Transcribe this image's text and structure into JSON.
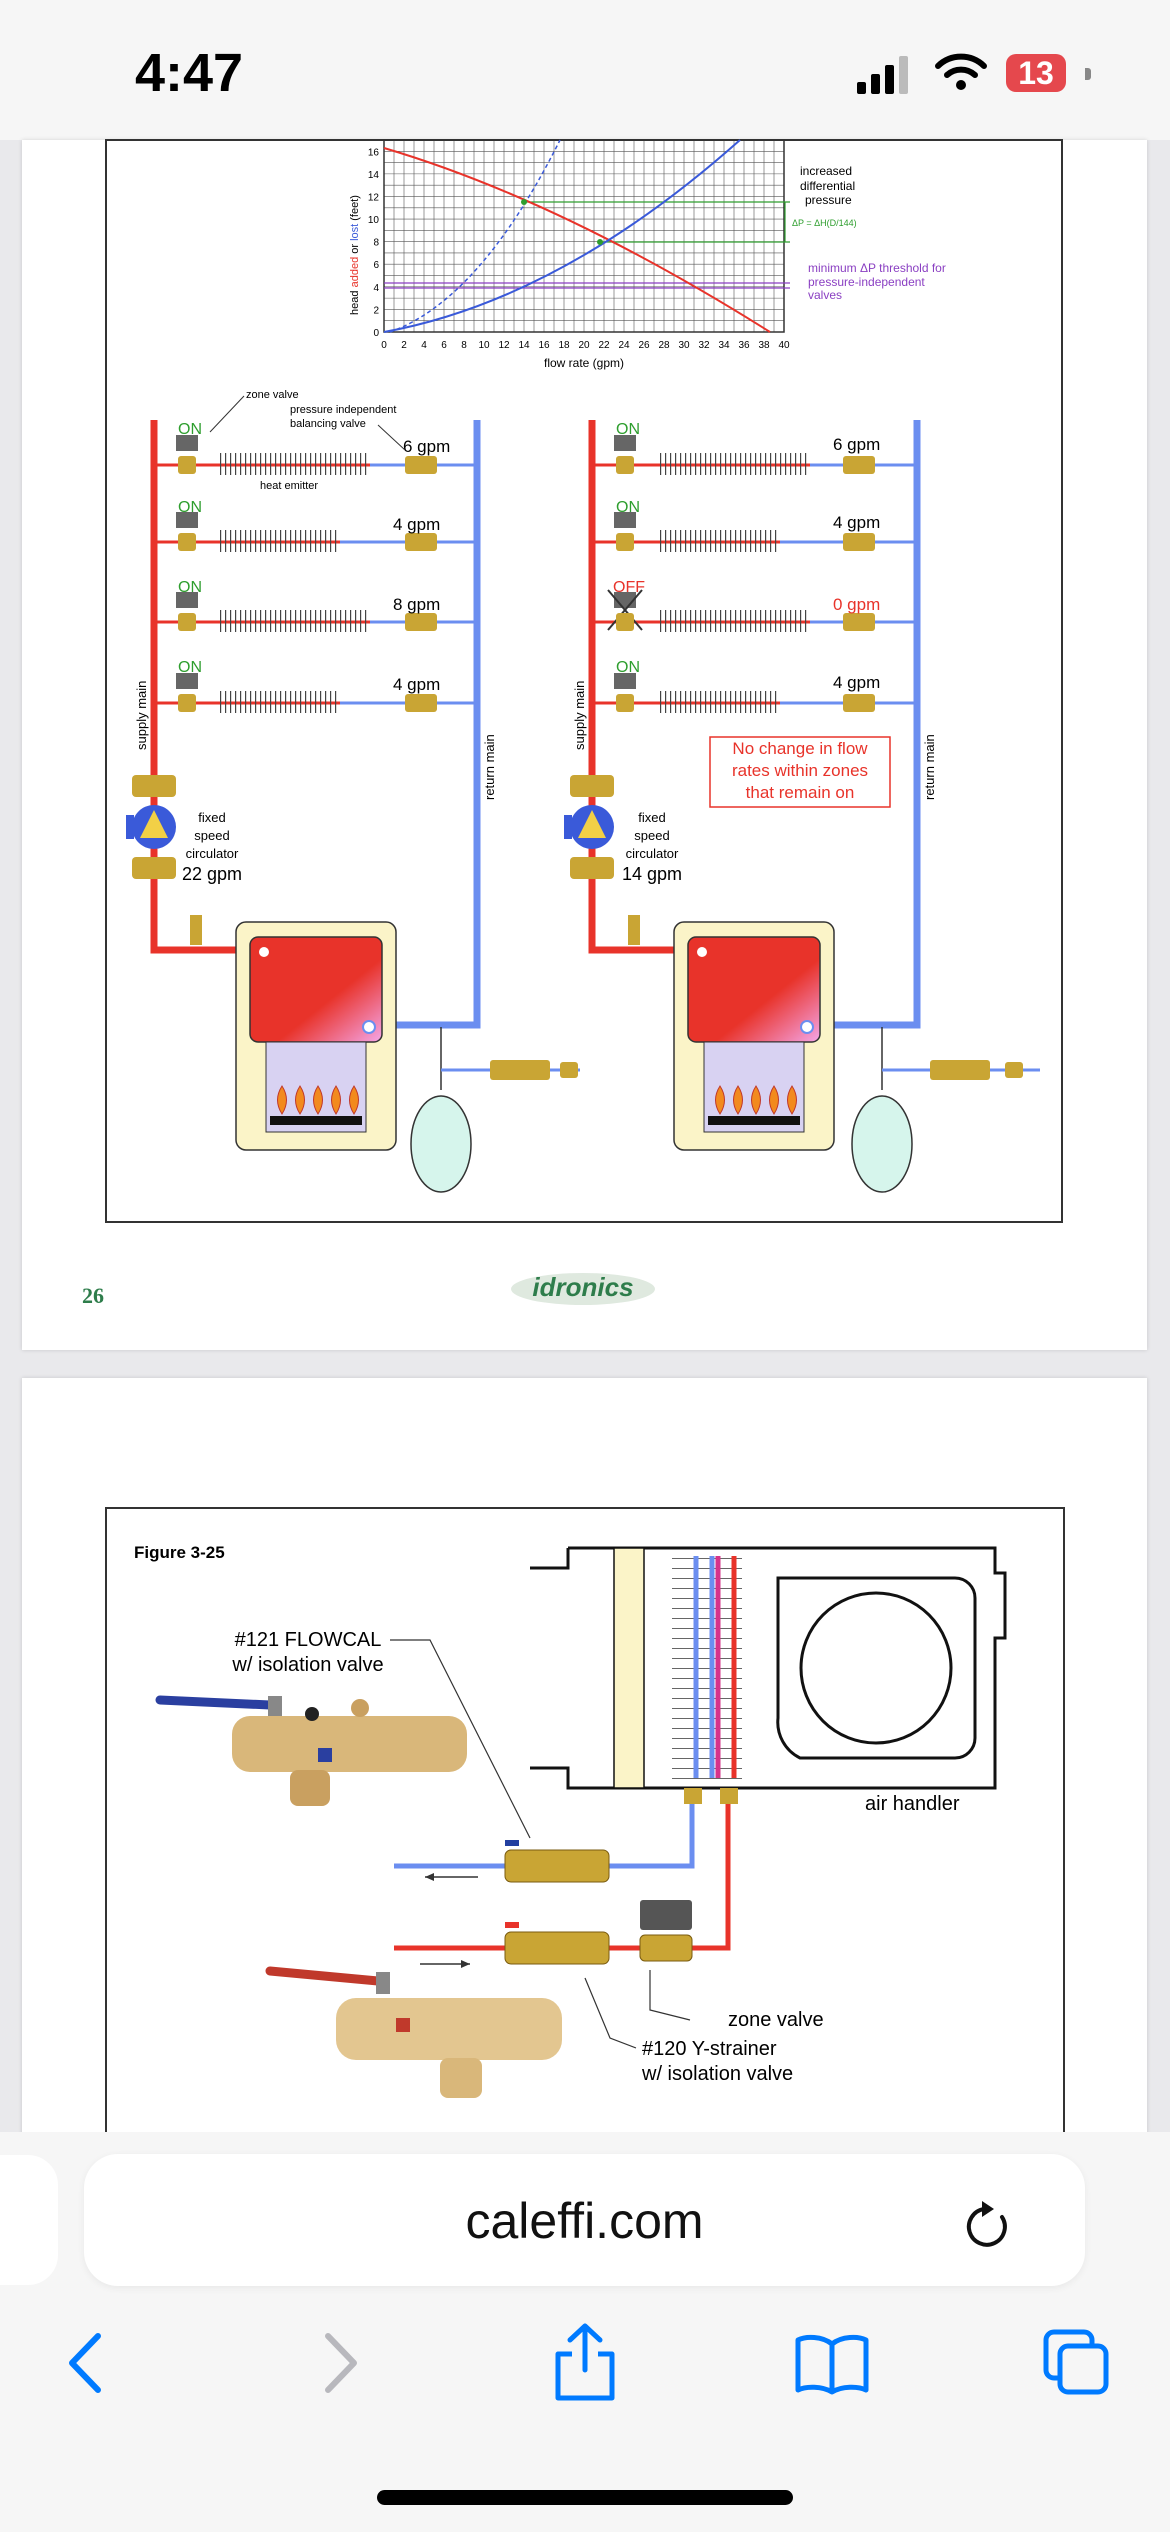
{
  "status": {
    "time": "4:47",
    "battery": "13"
  },
  "browser": {
    "url": "caleffi.com"
  },
  "page1": {
    "chart": {
      "y_label_prefix": "head",
      "y_label_added": "added",
      "y_label_or": "or",
      "y_label_lost": "lost",
      "y_label_suffix": "(feet)",
      "x_label": "flow rate (gpm)",
      "y_ticks": [
        "0",
        "2",
        "4",
        "6",
        "8",
        "10",
        "12",
        "14",
        "16"
      ],
      "x_ticks": [
        "0",
        "2",
        "4",
        "6",
        "8",
        "10",
        "12",
        "14",
        "16",
        "18",
        "20",
        "22",
        "24",
        "26",
        "28",
        "30",
        "32",
        "34",
        "36",
        "38",
        "40"
      ],
      "note1_line1": "increased",
      "note1_line2": "differential",
      "note1_line3": "pressure",
      "formula": "ΔP = ΔH(D/144)",
      "note2_line1": "minimum ΔP threshold for",
      "note2_line2": "pressure-independent",
      "note2_line3": "valves"
    },
    "left": {
      "zone_valve": "zone valve",
      "piv_line1": "pressure independent",
      "piv_line2": "balancing valve",
      "heat_emitter": "heat emitter",
      "zones": [
        {
          "status": "ON",
          "flow": "6 gpm"
        },
        {
          "status": "ON",
          "flow": "4 gpm"
        },
        {
          "status": "ON",
          "flow": "8 gpm"
        },
        {
          "status": "ON",
          "flow": "4 gpm"
        }
      ],
      "supply": "supply main",
      "return": "return main",
      "circ_line1": "fixed",
      "circ_line2": "speed",
      "circ_line3": "circulator",
      "circ_flow": "22 gpm"
    },
    "right": {
      "zones": [
        {
          "status": "ON",
          "flow": "6 gpm"
        },
        {
          "status": "ON",
          "flow": "4 gpm"
        },
        {
          "status": "OFF",
          "flow": "0 gpm"
        },
        {
          "status": "ON",
          "flow": "4 gpm"
        }
      ],
      "supply": "supply main",
      "return": "return main",
      "note_line1": "No change in flow",
      "note_line2": "rates within zones",
      "note_line3": "that remain on",
      "circ_line1": "fixed",
      "circ_line2": "speed",
      "circ_line3": "circulator",
      "circ_flow": "14 gpm"
    },
    "page_number": "26",
    "logo": "idronics"
  },
  "page2": {
    "figure": "Figure 3-25",
    "flowcal_line1": "#121 FLOWCAL",
    "flowcal_line2": "w/ isolation valve",
    "air_handler": "air handler",
    "zone_valve": "zone valve",
    "strainer_line1": "#120 Y-strainer",
    "strainer_line2": "w/ isolation valve"
  },
  "colors": {
    "supply": "#e8332a",
    "return": "#6b8ef0",
    "on": "#2e9e2e",
    "off": "#e8332a",
    "accent": "#007aff"
  }
}
